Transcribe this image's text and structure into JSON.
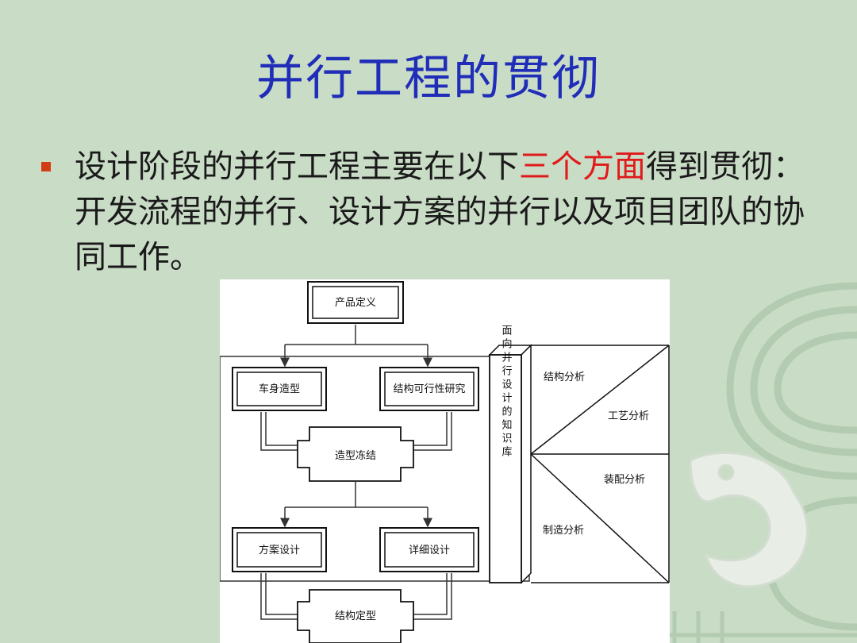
{
  "slide": {
    "title": "并行工程的贯彻",
    "bullet": {
      "text_before": "设计阶段的并行工程主要在以下",
      "highlight": "三个方面",
      "text_after": "得到贯彻：开发流程的并行、设计方案的并行以及项目团队的协同工作。"
    }
  },
  "colors": {
    "title": "#1f2db8",
    "highlight": "#e01a1a",
    "bullet_marker": "#d23c14",
    "background": "#c9dcc6"
  },
  "diagram": {
    "product_definition": "产品定义",
    "body_styling": "车身造型",
    "structure_feasibility": "结构可行性研究",
    "styling_freeze": "造型冻结",
    "scheme_design": "方案设计",
    "detail_design": "详细设计",
    "structure_finalize": "结构定型",
    "knowledge_base": "面向并行设计的知识库",
    "analysis": {
      "structural": "结构分析",
      "process": "工艺分析",
      "assembly": "装配分析",
      "manufacturing": "制造分析"
    }
  }
}
